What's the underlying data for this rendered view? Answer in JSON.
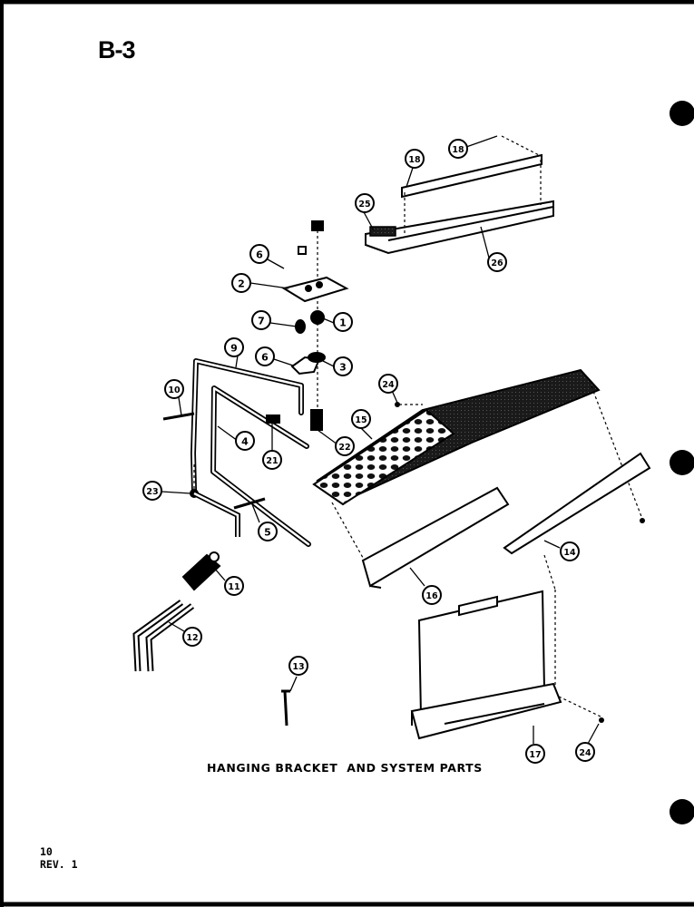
{
  "page": {
    "section_title": "B-3",
    "caption": "HANGING BRACKET  AND SYSTEM PARTS",
    "page_number": "10",
    "revision": "REV. 1"
  },
  "callouts": [
    {
      "id": "c1",
      "label": "1"
    },
    {
      "id": "c2",
      "label": "2"
    },
    {
      "id": "c3",
      "label": "3"
    },
    {
      "id": "c4",
      "label": "4"
    },
    {
      "id": "c5",
      "label": "5"
    },
    {
      "id": "c6a",
      "label": "6"
    },
    {
      "id": "c6b",
      "label": "6"
    },
    {
      "id": "c7",
      "label": "7"
    },
    {
      "id": "c9",
      "label": "9"
    },
    {
      "id": "c10",
      "label": "10"
    },
    {
      "id": "c11",
      "label": "11"
    },
    {
      "id": "c12",
      "label": "12"
    },
    {
      "id": "c13",
      "label": "13"
    },
    {
      "id": "c14",
      "label": "14"
    },
    {
      "id": "c15",
      "label": "15"
    },
    {
      "id": "c16",
      "label": "16"
    },
    {
      "id": "c17",
      "label": "17"
    },
    {
      "id": "c18a",
      "label": "18"
    },
    {
      "id": "c18b",
      "label": "18"
    },
    {
      "id": "c21",
      "label": "21"
    },
    {
      "id": "c22",
      "label": "22"
    },
    {
      "id": "c23",
      "label": "23"
    },
    {
      "id": "c24a",
      "label": "24"
    },
    {
      "id": "c24b",
      "label": "24"
    },
    {
      "id": "c25",
      "label": "25"
    },
    {
      "id": "c26",
      "label": "26"
    }
  ]
}
